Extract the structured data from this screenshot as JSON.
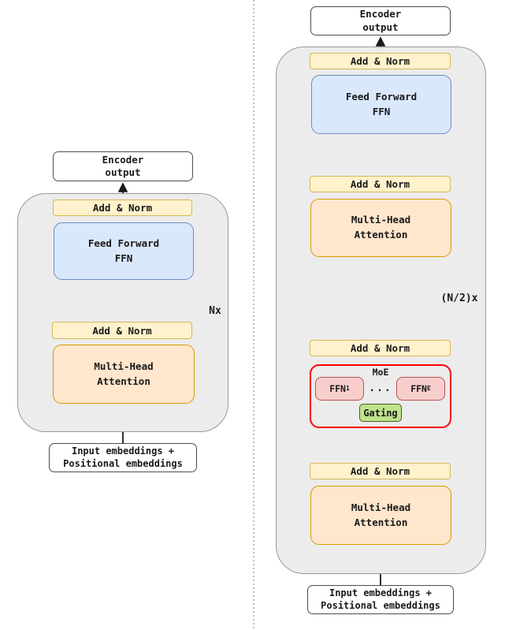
{
  "colors": {
    "io_fill": "#FFFFFF",
    "io_border": "#4D4D4D",
    "container_fill": "#ECECEC",
    "container_border": "#999999",
    "add_norm_fill": "#FFF2CC",
    "add_norm_border": "#D6B656",
    "ffn_fill": "#DAE8FC",
    "ffn_border": "#6C8EBF",
    "attention_fill": "#FFE6CC",
    "attention_border": "#D79B00",
    "expert_fill": "#F8CECC",
    "expert_border": "#B85450",
    "gating_fill": "#BEE38C",
    "gating_border": "#4A5E23",
    "moe_border": "#FF0000",
    "wire": "#1A1A1A",
    "divider": "#AAAAAA"
  },
  "left": {
    "encoder_output": "Encoder\noutput",
    "add_norm_top": "Add & Norm",
    "feed_forward": "Feed Forward\nFFN",
    "repeat_label": "Nx",
    "add_norm_bottom": "Add & Norm",
    "attention": "Multi-Head\nAttention",
    "input": "Input embeddings +\nPositional embeddings"
  },
  "right": {
    "encoder_output": "Encoder\noutput",
    "add_norm_1": "Add & Norm",
    "feed_forward": "Feed Forward\nFFN",
    "add_norm_2": "Add & Norm",
    "attention_upper": "Multi-Head\nAttention",
    "repeat_label": "(N/2)x",
    "add_norm_3": "Add & Norm",
    "moe": {
      "label": "MoE",
      "expert_first_base": "FFN",
      "expert_first_sub": "1",
      "dots": "...",
      "expert_last_base": "FFN",
      "expert_last_sub": "E",
      "gating": "Gating"
    },
    "add_norm_4": "Add & Norm",
    "attention_lower": "Multi-Head\nAttention",
    "input": "Input embeddings +\nPositional embeddings"
  }
}
